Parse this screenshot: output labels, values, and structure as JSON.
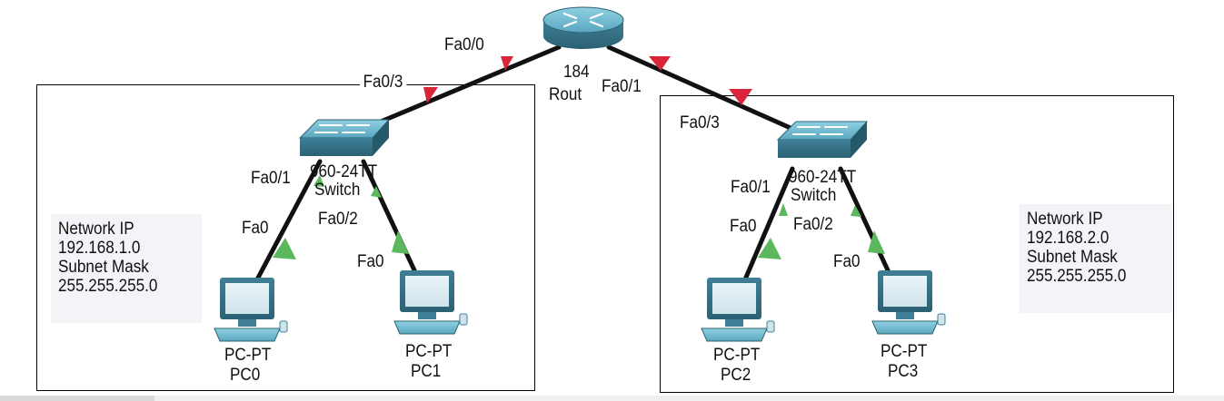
{
  "colors": {
    "link": "#111111",
    "link_down": "#d9253a",
    "link_up": "#5cb85c",
    "device_teal": "#4c8fa6"
  },
  "router": {
    "model_partial": "184",
    "name_partial": "Rout",
    "icon": "router-icon"
  },
  "switches": [
    {
      "id": "switch-left",
      "model_partial": "960-24TT",
      "name_partial": "Switch",
      "icon": "switch-icon"
    },
    {
      "id": "switch-right",
      "model_partial": "960-24TT",
      "name_partial": "Switch",
      "icon": "switch-icon"
    }
  ],
  "pcs": [
    {
      "type": "PC-PT",
      "name": "PC0",
      "icon": "pc-icon"
    },
    {
      "type": "PC-PT",
      "name": "PC1",
      "icon": "pc-icon"
    },
    {
      "type": "PC-PT",
      "name": "PC2",
      "icon": "pc-icon"
    },
    {
      "type": "PC-PT",
      "name": "PC3",
      "icon": "pc-icon"
    }
  ],
  "ports": {
    "router_fa00": "Fa0/0",
    "router_fa01": "Fa0/1",
    "sw_left_fa03": "Fa0/3",
    "sw_left_fa01": "Fa0/1",
    "sw_left_fa02": "Fa0/2",
    "pc0_fa0": "Fa0",
    "pc1_fa0": "Fa0",
    "sw_right_fa03": "Fa0/3",
    "sw_right_fa01": "Fa0/1",
    "sw_right_fa02": "Fa0/2",
    "pc2_fa0": "Fa0",
    "pc3_fa0": "Fa0"
  },
  "notes": [
    {
      "line1": "Network IP",
      "line2": "192.168.1.0",
      "line3": "Subnet Mask",
      "line4": "255.255.255.0"
    },
    {
      "line1": "Network IP",
      "line2": "192.168.2.0",
      "line3": "Subnet Mask",
      "line4": "255.255.255.0"
    }
  ]
}
